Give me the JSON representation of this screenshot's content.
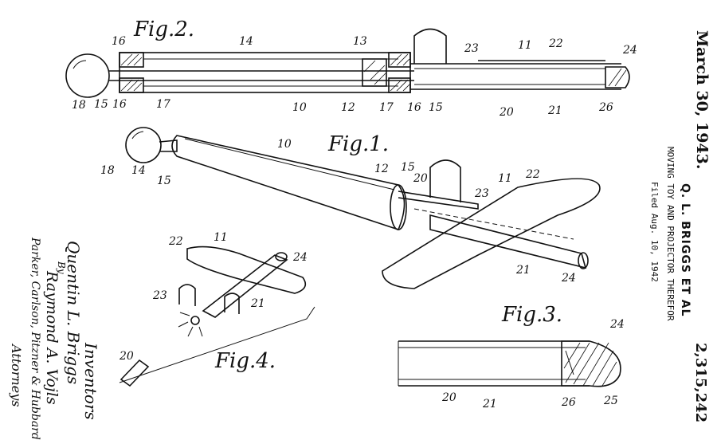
{
  "figures": {
    "fig1": "Fig.1.",
    "fig2": "Fig.2.",
    "fig3": "Fig.3.",
    "fig4": "Fig.4."
  },
  "header": {
    "date": "March 30, 1943.",
    "inventors_line": "Q. L. BRIGGS ET AL",
    "title": "MOVING TOY AND PROJECTOR THEREFOR",
    "filed": "Filed Aug. 10, 1942",
    "patent_number": "2,315,242"
  },
  "signature": {
    "inventors_heading": "Inventors",
    "inventor_1": "Quentin L. Briggs",
    "by": "By",
    "inventor_2": "Raymond A. Vojls",
    "firm": "Parker, Carlson, Pitzner & Hubbard",
    "attorneys": "Attorneys"
  },
  "references": {
    "fig2": [
      "16",
      "14",
      "13",
      "23",
      "11",
      "22",
      "24",
      "18",
      "15",
      "16",
      "17",
      "10",
      "12",
      "17",
      "16",
      "15",
      "20",
      "21",
      "26"
    ],
    "fig1": [
      "10",
      "18",
      "14",
      "15",
      "12",
      "15",
      "20",
      "23",
      "11",
      "22",
      "21",
      "24"
    ],
    "fig3": [
      "24",
      "20",
      "21",
      "26",
      "25"
    ],
    "fig4": [
      "22",
      "11",
      "24",
      "23",
      "21",
      "20"
    ]
  }
}
